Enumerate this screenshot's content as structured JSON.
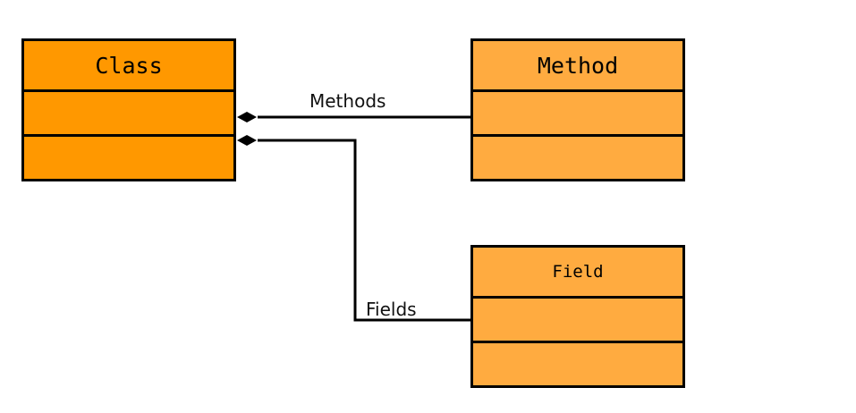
{
  "colors": {
    "class_fill": "#ff9800",
    "method_fill": "#ffab40",
    "field_fill": "#ffab40",
    "stroke": "#000000"
  },
  "classes": {
    "class": {
      "name": "Class"
    },
    "method": {
      "name": "Method"
    },
    "field": {
      "name": "Field"
    }
  },
  "relations": {
    "methods": {
      "label": "Methods",
      "type": "composition"
    },
    "fields": {
      "label": "Fields",
      "type": "composition"
    }
  }
}
